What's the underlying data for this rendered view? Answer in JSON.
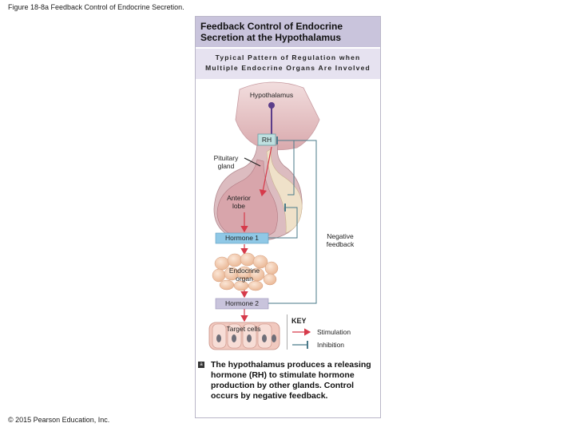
{
  "figure_caption": "Figure 18-8a Feedback Control of Endocrine Secretion.",
  "title_line1": "Feedback Control of Endocrine",
  "title_line2": "Secretion at the Hypothalamus",
  "subtitle_line1": "Typical Pattern of Regulation when",
  "subtitle_line2": "Multiple Endocrine Organs Are Involved",
  "labels": {
    "hypothalamus": "Hypothalamus",
    "rh": "RH",
    "pituitary_line1": "Pituitary",
    "pituitary_line2": "gland",
    "anterior_line1": "Anterior",
    "anterior_line2": "lobe",
    "hormone1": "Hormone 1",
    "negative_line1": "Negative",
    "negative_line2": "feedback",
    "endocrine_line1": "Endocrine",
    "endocrine_line2": "organ",
    "hormone2": "Hormone 2",
    "target_cells": "Target cells"
  },
  "key": {
    "title": "KEY",
    "stimulation": "Stimulation",
    "inhibition": "Inhibition"
  },
  "badge": "a",
  "description": "The hypothalamus produces a releasing hormone (RH) to stimulate hormone production by other glands. Control occurs by negative feedback.",
  "copyright": "© 2015 Pearson Education, Inc.",
  "colors": {
    "title_bg": "#c9c4dc",
    "subtitle_bg": "#e6e2f0",
    "stimulation": "#d63a4a",
    "inhibition": "#4a7a8a",
    "hormone1_box": "#8fc8e6",
    "hormone2_box": "#c9c4dc",
    "rh_box": "#bfe0e0"
  }
}
